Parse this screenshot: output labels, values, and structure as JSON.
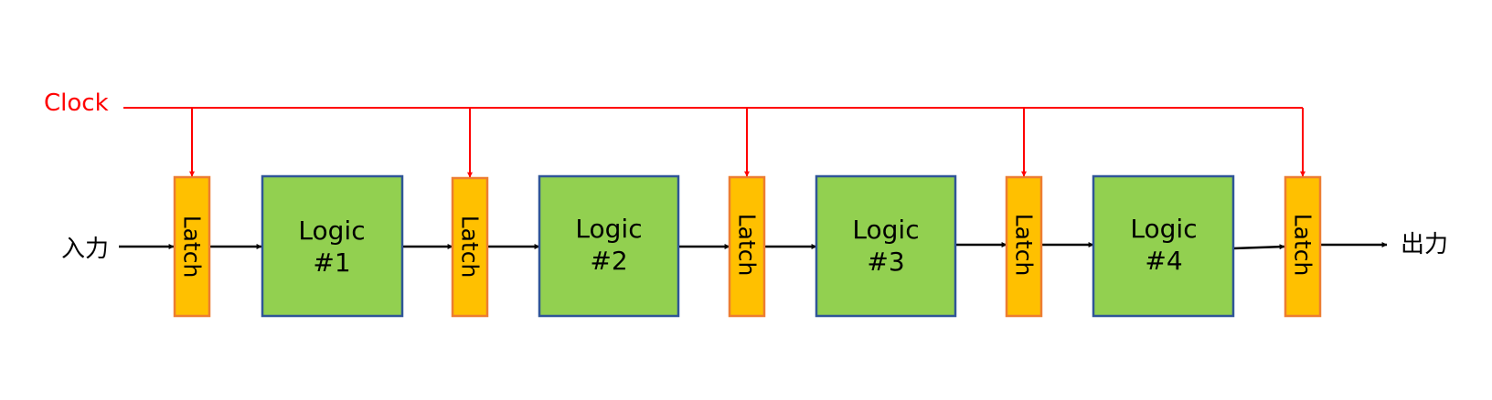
{
  "clock": {
    "label": "Clock",
    "color": "#ff0000"
  },
  "input_label": "入力",
  "output_label": "出力",
  "latches": [
    {
      "label": "Latch"
    },
    {
      "label": "Latch"
    },
    {
      "label": "Latch"
    },
    {
      "label": "Latch"
    },
    {
      "label": "Latch"
    }
  ],
  "logic_blocks": [
    {
      "line1": "Logic",
      "line2": "#1"
    },
    {
      "line1": "Logic",
      "line2": "#2"
    },
    {
      "line1": "Logic",
      "line2": "#3"
    },
    {
      "line1": "Logic",
      "line2": "#4"
    }
  ],
  "colors": {
    "latch_fill": "#ffc000",
    "latch_border": "#ed7d31",
    "logic_fill": "#92d050",
    "logic_border": "#2f5597",
    "signal_arrow": "#000000"
  }
}
